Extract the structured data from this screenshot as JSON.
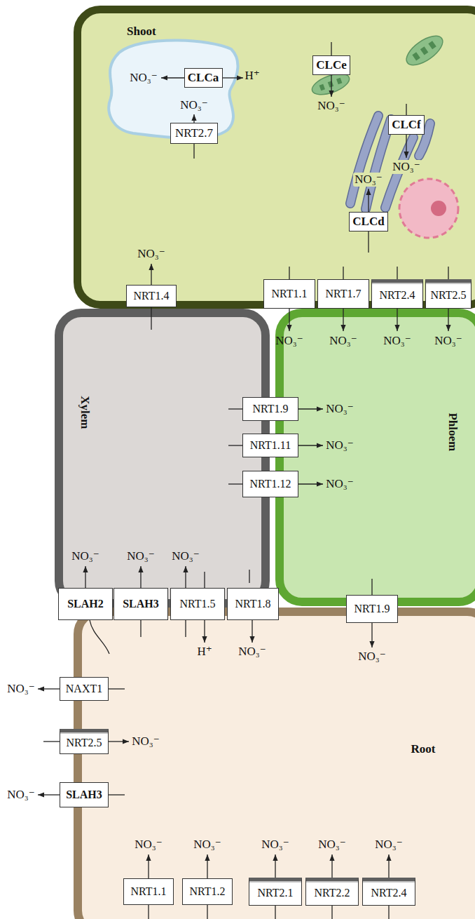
{
  "diagram": {
    "nodes": [
      {
        "text": [
          "Shoot"
        ]
      },
      {
        "text": [
          "CLCa"
        ],
        "in": 0
      },
      {
        "text": [
          "CLCe"
        ],
        "in": 0
      },
      {
        "text": [
          "CLCf"
        ],
        "in": 0
      },
      {
        "text": [
          "NRT2.7"
        ],
        "in": 0
      },
      {
        "text": [
          "CLCd"
        ],
        "in": 0
      },
      {
        "text": [
          "NRT1.4"
        ]
      },
      {
        "text": [
          "NRT1.1"
        ]
      },
      {
        "text": [
          "NRT1.7"
        ]
      },
      {
        "text": [
          "NRT2.4"
        ]
      },
      {
        "text": [
          "NRT2.5"
        ]
      },
      {
        "text": [
          "Xylem"
        ]
      },
      {
        "text": [
          "Phloem"
        ]
      },
      {
        "text": [
          "NRT1.9"
        ]
      },
      {
        "text": [
          "NRT1.11"
        ]
      },
      {
        "text": [
          "NRT1.12"
        ]
      },
      {
        "text": [
          "SLAH2"
        ]
      },
      {
        "text": [
          "SLAH3"
        ]
      },
      {
        "text": [
          "NRT1.5"
        ]
      },
      {
        "text": [
          "NRT1.8"
        ]
      },
      {
        "text": [
          "NRT1.9"
        ]
      },
      {
        "text": [
          "Root"
        ]
      },
      {
        "text": [
          "NAXT1"
        ]
      },
      {
        "text": [
          "NRT2.5"
        ]
      },
      {
        "text": [
          "SLAH3"
        ]
      },
      {
        "text": [
          "NRT1.1"
        ]
      },
      {
        "text": [
          "NRT1.2"
        ]
      },
      {
        "text": [
          "NRT2.1"
        ]
      },
      {
        "text": [
          "NRT2.2"
        ]
      },
      {
        "text": [
          "NRT2.4"
        ]
      }
    ],
    "labels": [
      "NO₃⁻",
      "H⁺",
      "NO₃⁻",
      "NO₃⁻",
      "NO₃⁻",
      "NO₃⁻",
      "NO₃⁻",
      "NO₃⁻",
      "NO₃⁻",
      "NO₃⁻",
      "NO₃⁻",
      "NO₃⁻",
      "NO₃⁻",
      "NO₃⁻",
      "NO₃⁻",
      "NO₃⁻",
      "NO₃⁻",
      "H⁺",
      "NO₃⁻",
      "NO₃⁻",
      "NO₃⁻",
      "NO₃⁻",
      "NO₃⁻",
      "NO₃⁻",
      "NO₃⁻",
      "NO₃⁻",
      "NO₃⁻",
      "NO₃⁻"
    ]
  }
}
